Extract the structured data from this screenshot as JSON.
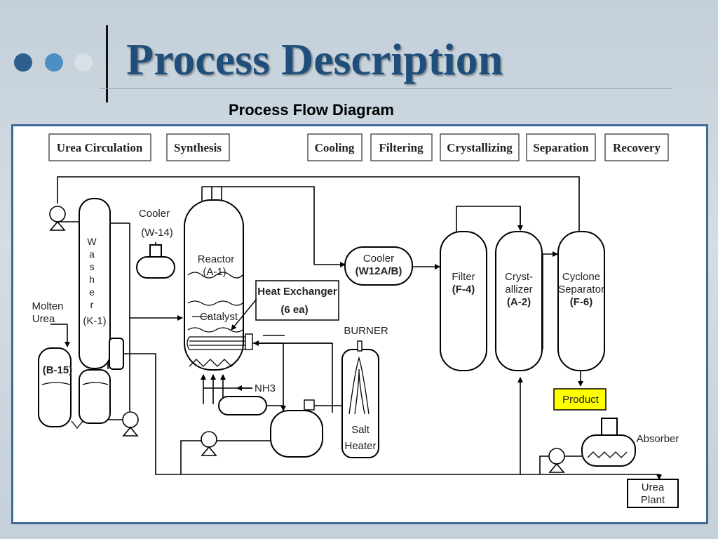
{
  "slide": {
    "title": "Process Description",
    "subtitle": "Process Flow Diagram"
  },
  "colors": {
    "title": "#1f4e7a",
    "panel_border": "#3f6a96",
    "product_fill": "#ffff00",
    "dot_dark": "#2a5f8e",
    "dot_mid": "#4d8fc2",
    "dot_light": "#d9dfe4"
  },
  "diagram": {
    "stages": [
      "Urea Circulation",
      "Synthesis",
      "Cooling",
      "Filtering",
      "Crystallizing",
      "Separation",
      "Recovery"
    ],
    "labels": {
      "molten": "Molten",
      "urea": "Urea",
      "tank_b15": "(B-15)",
      "washer_letters": [
        "W",
        "a",
        "s",
        "h",
        "e",
        "r"
      ],
      "washer_id": "(K-1)",
      "cooler_w14_1": "Cooler",
      "cooler_w14_2": "(W-14)",
      "reactor_1": "Reactor",
      "reactor_2": "(A-1)",
      "catalyst": "Catalyst",
      "heat_exchanger_1": "Heat Exchanger",
      "heat_exchanger_2": "(6 ea)",
      "nh3": "NH3",
      "burner": "BURNER",
      "salt_heater_1": "Salt",
      "salt_heater_2": "Heater",
      "cooler_w12_1": "Cooler",
      "cooler_w12_2": "(W12A/B)",
      "filter_1": "Filter",
      "filter_2": "(F-4)",
      "cryst_1": "Cryst-",
      "cryst_2": "allizer",
      "cryst_3": "(A-2)",
      "cyclone_1": "Cyclone",
      "cyclone_2": "Separator",
      "cyclone_3": "(F-6)",
      "product": "Product",
      "absorber": "Absorber",
      "urea_plant_1": "Urea",
      "urea_plant_2": "Plant"
    }
  }
}
